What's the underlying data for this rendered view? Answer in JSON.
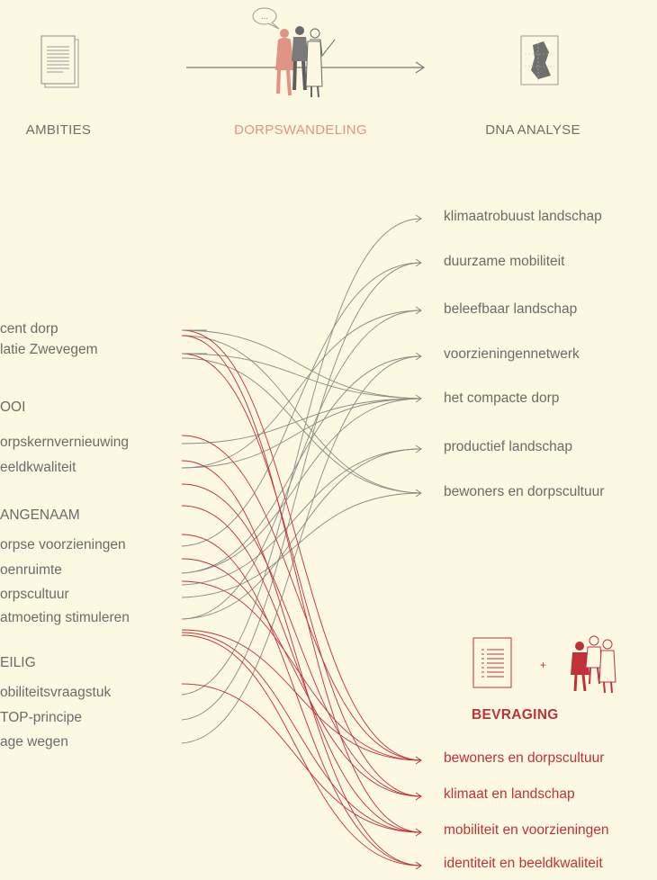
{
  "stages": {
    "ambities": "AMBITIES",
    "dorpswandeling": "DORPSWANDELING",
    "dna_analyse": "DNA ANALYSE"
  },
  "speech_bubble": "...",
  "left_items": [
    "cent dorp",
    "latie Zwevegem",
    "OOI",
    "orpskernvernieuwing",
    "eeldkwaliteit",
    "ANGENAAM",
    "orpse voorzieningen",
    "oenruimte",
    "orpscultuur",
    "atmoeting stimuleren",
    "EILIG",
    "obiliteitsvraagstuk",
    "TOP-principe",
    "age wegen"
  ],
  "dna_themes": [
    "klimaatrobuust landschap",
    "duurzame mobiliteit",
    "beleefbaar landschap",
    "voorzieningennetwerk",
    "het compacte dorp",
    "productief landschap",
    "bewoners en dorpscultuur"
  ],
  "bevraging": {
    "plus": "+",
    "title": "BEVRAGING",
    "themes": [
      "bewoners en dorpscultuur",
      "klimaat en landschap",
      "mobiliteit en voorzieningen",
      "identiteit en beeldkwaliteit"
    ]
  },
  "colors": {
    "background": "#fdf8e2",
    "grey_line": "#8a8a84",
    "red": "#c1313a",
    "salmon": "#e09484"
  }
}
